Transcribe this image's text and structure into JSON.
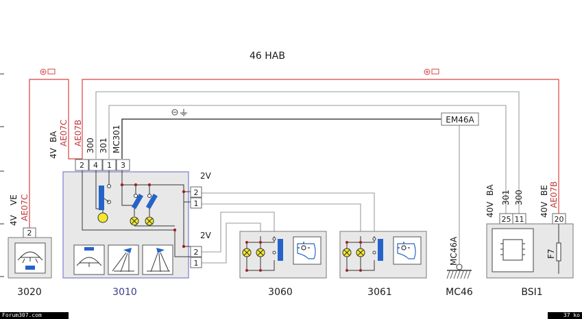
{
  "title": "46 HAB",
  "components": [
    {
      "id": "3020",
      "label": "3020"
    },
    {
      "id": "3010",
      "label": "3010"
    },
    {
      "id": "3060",
      "label": "3060"
    },
    {
      "id": "3061",
      "label": "3061"
    },
    {
      "id": "MC46",
      "label": "MC46"
    },
    {
      "id": "BSI1",
      "label": "BSI1"
    }
  ],
  "connectors": {
    "c3020": {
      "ways": "4V",
      "color": "VE",
      "pin": "2",
      "wire": "AE07C"
    },
    "c3010_top": {
      "ways": "4V",
      "color": "BA",
      "pins": [
        "2",
        "4",
        "1",
        "3"
      ],
      "wires": [
        "AE07C",
        "AE07B",
        "300",
        "301",
        "MC301"
      ]
    },
    "c3010_right_a": {
      "ways": "2V",
      "pins": [
        "2",
        "1"
      ]
    },
    "c3010_right_b": {
      "ways": "2V",
      "pins": [
        "2",
        "1"
      ]
    },
    "bsi_ba": {
      "ways": "40V",
      "color": "BA",
      "pins": [
        "25",
        "11"
      ],
      "wires": [
        "301",
        "300"
      ]
    },
    "bsi_be": {
      "ways": "40V",
      "color": "BE",
      "pins": [
        "20"
      ],
      "wires": [
        "AE07B"
      ]
    },
    "mc46a": {
      "label": "MC46A"
    },
    "em46a": {
      "label": "EM46A"
    }
  },
  "fuse": {
    "label": "F7"
  },
  "symbols": {
    "plus_batt_left": "⊕ ▭",
    "plus_batt_right": "⊕ ▭",
    "ground": "⊖ ⏚"
  },
  "colors": {
    "positive_wire": "#d94040",
    "signal_wire": "#9a9a9a",
    "ground_wire": "#222222",
    "box_3010": "#7b7bd6"
  },
  "footer": {
    "left": "Forum307.com",
    "right": "37 ko"
  }
}
